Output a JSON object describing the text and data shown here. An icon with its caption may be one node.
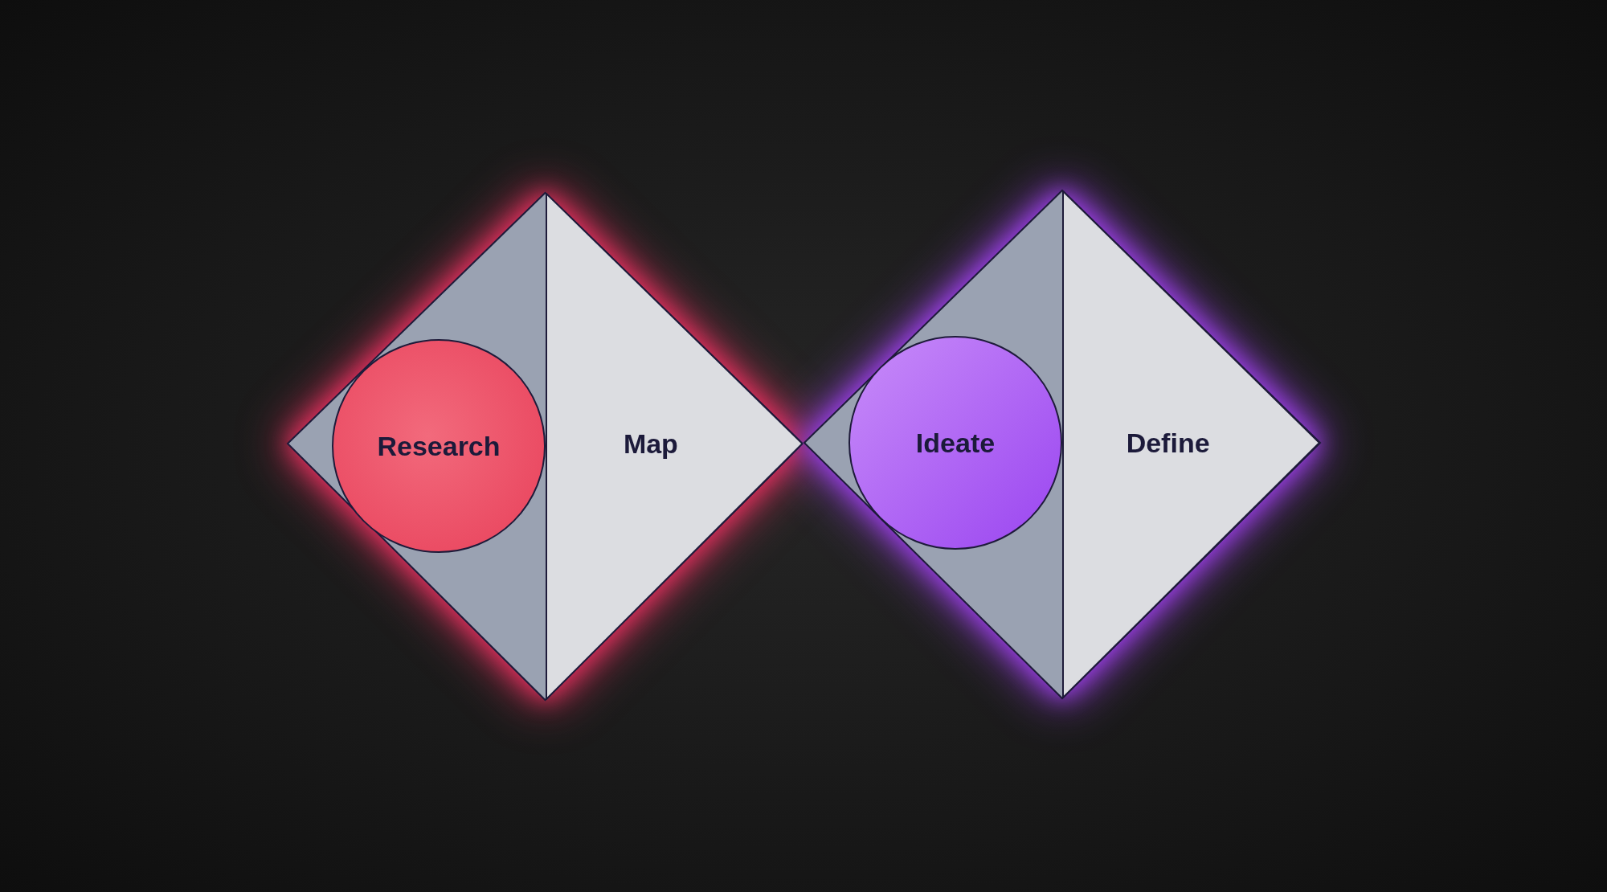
{
  "diagram": {
    "nodes": [
      {
        "text": [
          "Research"
        ]
      },
      {
        "text": [
          "Map"
        ]
      },
      {
        "text": [
          "Ideate"
        ]
      },
      {
        "text": [
          "Define"
        ]
      }
    ]
  }
}
